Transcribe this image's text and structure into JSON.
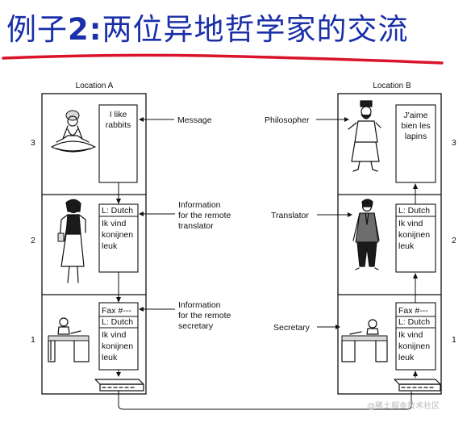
{
  "slide": {
    "title_prefix": "例子",
    "title_number": "2:",
    "title_rest": "两位异地哲学家的交流",
    "title_color": "#1a2fa8",
    "underline_color": "#d9142b"
  },
  "locations": {
    "a": "Location A",
    "b": "Location B"
  },
  "layers": [
    "3",
    "2",
    "1"
  ],
  "layer_labels_right": [
    "3",
    "2",
    "1"
  ],
  "boxes_a": {
    "philosopher": [
      "I like",
      "rabbits"
    ],
    "translator_header": "L: Dutch",
    "translator": [
      "Ik vind",
      "konijnen",
      "leuk"
    ],
    "secretary_header": [
      "Fax #---",
      "L: Dutch"
    ],
    "secretary": [
      "Ik vind",
      "konijnen",
      "leuk"
    ]
  },
  "boxes_b": {
    "philosopher": [
      "J'aime",
      "bien les",
      "lapins"
    ],
    "translator_header": "L: Dutch",
    "translator": [
      "Ik vind",
      "konijnen",
      "leuk"
    ],
    "secretary_header": [
      "Fax #---",
      "L: Dutch"
    ],
    "secretary": [
      "Ik vind",
      "konijnen",
      "leuk"
    ]
  },
  "middle_labels": {
    "message": "Message",
    "info_translator": [
      "Information",
      "for the remote",
      "translator"
    ],
    "info_secretary": [
      "Information",
      "for the remote",
      "secretary"
    ],
    "philosopher": "Philosopher",
    "translator": "Translator",
    "secretary": "Secretary"
  },
  "watermark": "@稀土掘金技术社区",
  "icons": [
    "meditating-philosopher-figure",
    "woman-translator-figure",
    "secretary-at-desk-figure",
    "bearded-philosopher-figure",
    "man-translator-figure",
    "fax-machine-icon"
  ]
}
